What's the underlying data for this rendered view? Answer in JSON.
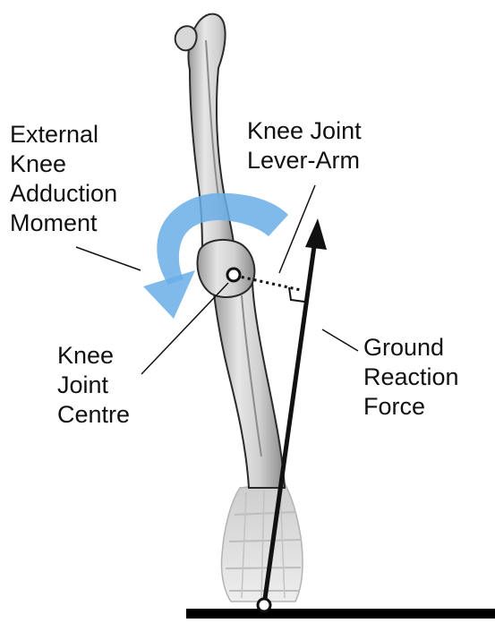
{
  "labels": {
    "external_knee_adduction_moment": [
      "External",
      "Knee",
      "Adduction",
      "Moment"
    ],
    "knee_joint_lever_arm": [
      "Knee Joint",
      "Lever-Arm"
    ],
    "knee_joint_centre": [
      "Knee",
      "Joint",
      "Centre"
    ],
    "ground_reaction_force": [
      "Ground",
      "Reaction",
      "Force"
    ]
  },
  "colors": {
    "moment_arrow": "#6aaee6",
    "bone": "#d2d2d2",
    "outline": "#111111",
    "ground": "#000000"
  }
}
